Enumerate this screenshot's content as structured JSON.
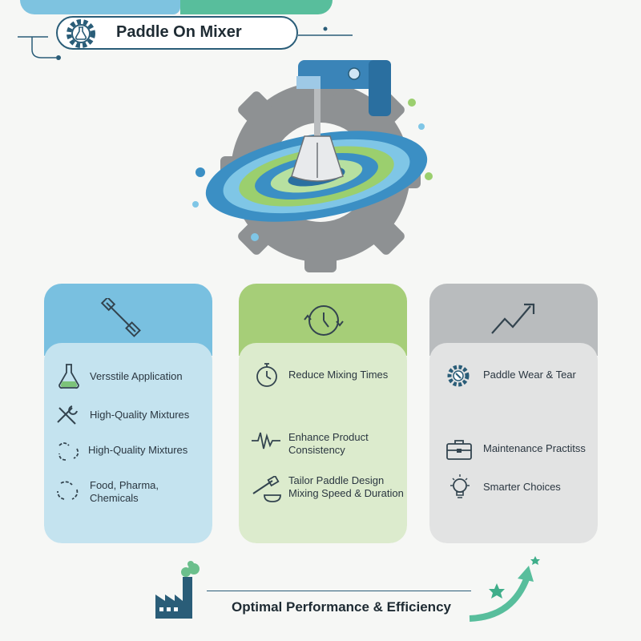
{
  "header": {
    "title": "Paddle On Mixer"
  },
  "cards": [
    {
      "items": [
        {
          "label": "Versstile Application",
          "icon": "flask-icon"
        },
        {
          "label": "High-Quality Mixtures",
          "icon": "tools-icon"
        },
        {
          "label": "High-Quality Mixtures",
          "icon": "swirl-arrows-icon"
        },
        {
          "label": "Food, Pharma, Chemicals",
          "icon": "recycle-arrows-icon"
        }
      ],
      "header_icon": "paddle-icon"
    },
    {
      "items": [
        {
          "label": "Reduce Mixing Times",
          "icon": "stopwatch-icon"
        },
        {
          "label": "Enhance Product Consistency",
          "icon": "waveform-icon"
        },
        {
          "label": "Tailor Paddle Design Mixing Speed & Duration",
          "icon": "paddle-bowl-icon"
        }
      ],
      "header_icon": "clock-cycle-icon"
    },
    {
      "items": [
        {
          "label": "Paddle Wear & Tear",
          "icon": "gear-wrench-icon"
        },
        {
          "label": "Maintenance Practitss",
          "icon": "toolbox-icon"
        },
        {
          "label": "Smarter Choices",
          "icon": "lightbulb-icon"
        }
      ],
      "header_icon": "trend-up-icon"
    }
  ],
  "footer": {
    "text": "Optimal Performance & Efficiency"
  },
  "colors": {
    "blue": "#79c0e0",
    "green": "#a6ce78",
    "gray": "#b9bcbe",
    "navy": "#2a5d78",
    "teal": "#58be9c"
  }
}
